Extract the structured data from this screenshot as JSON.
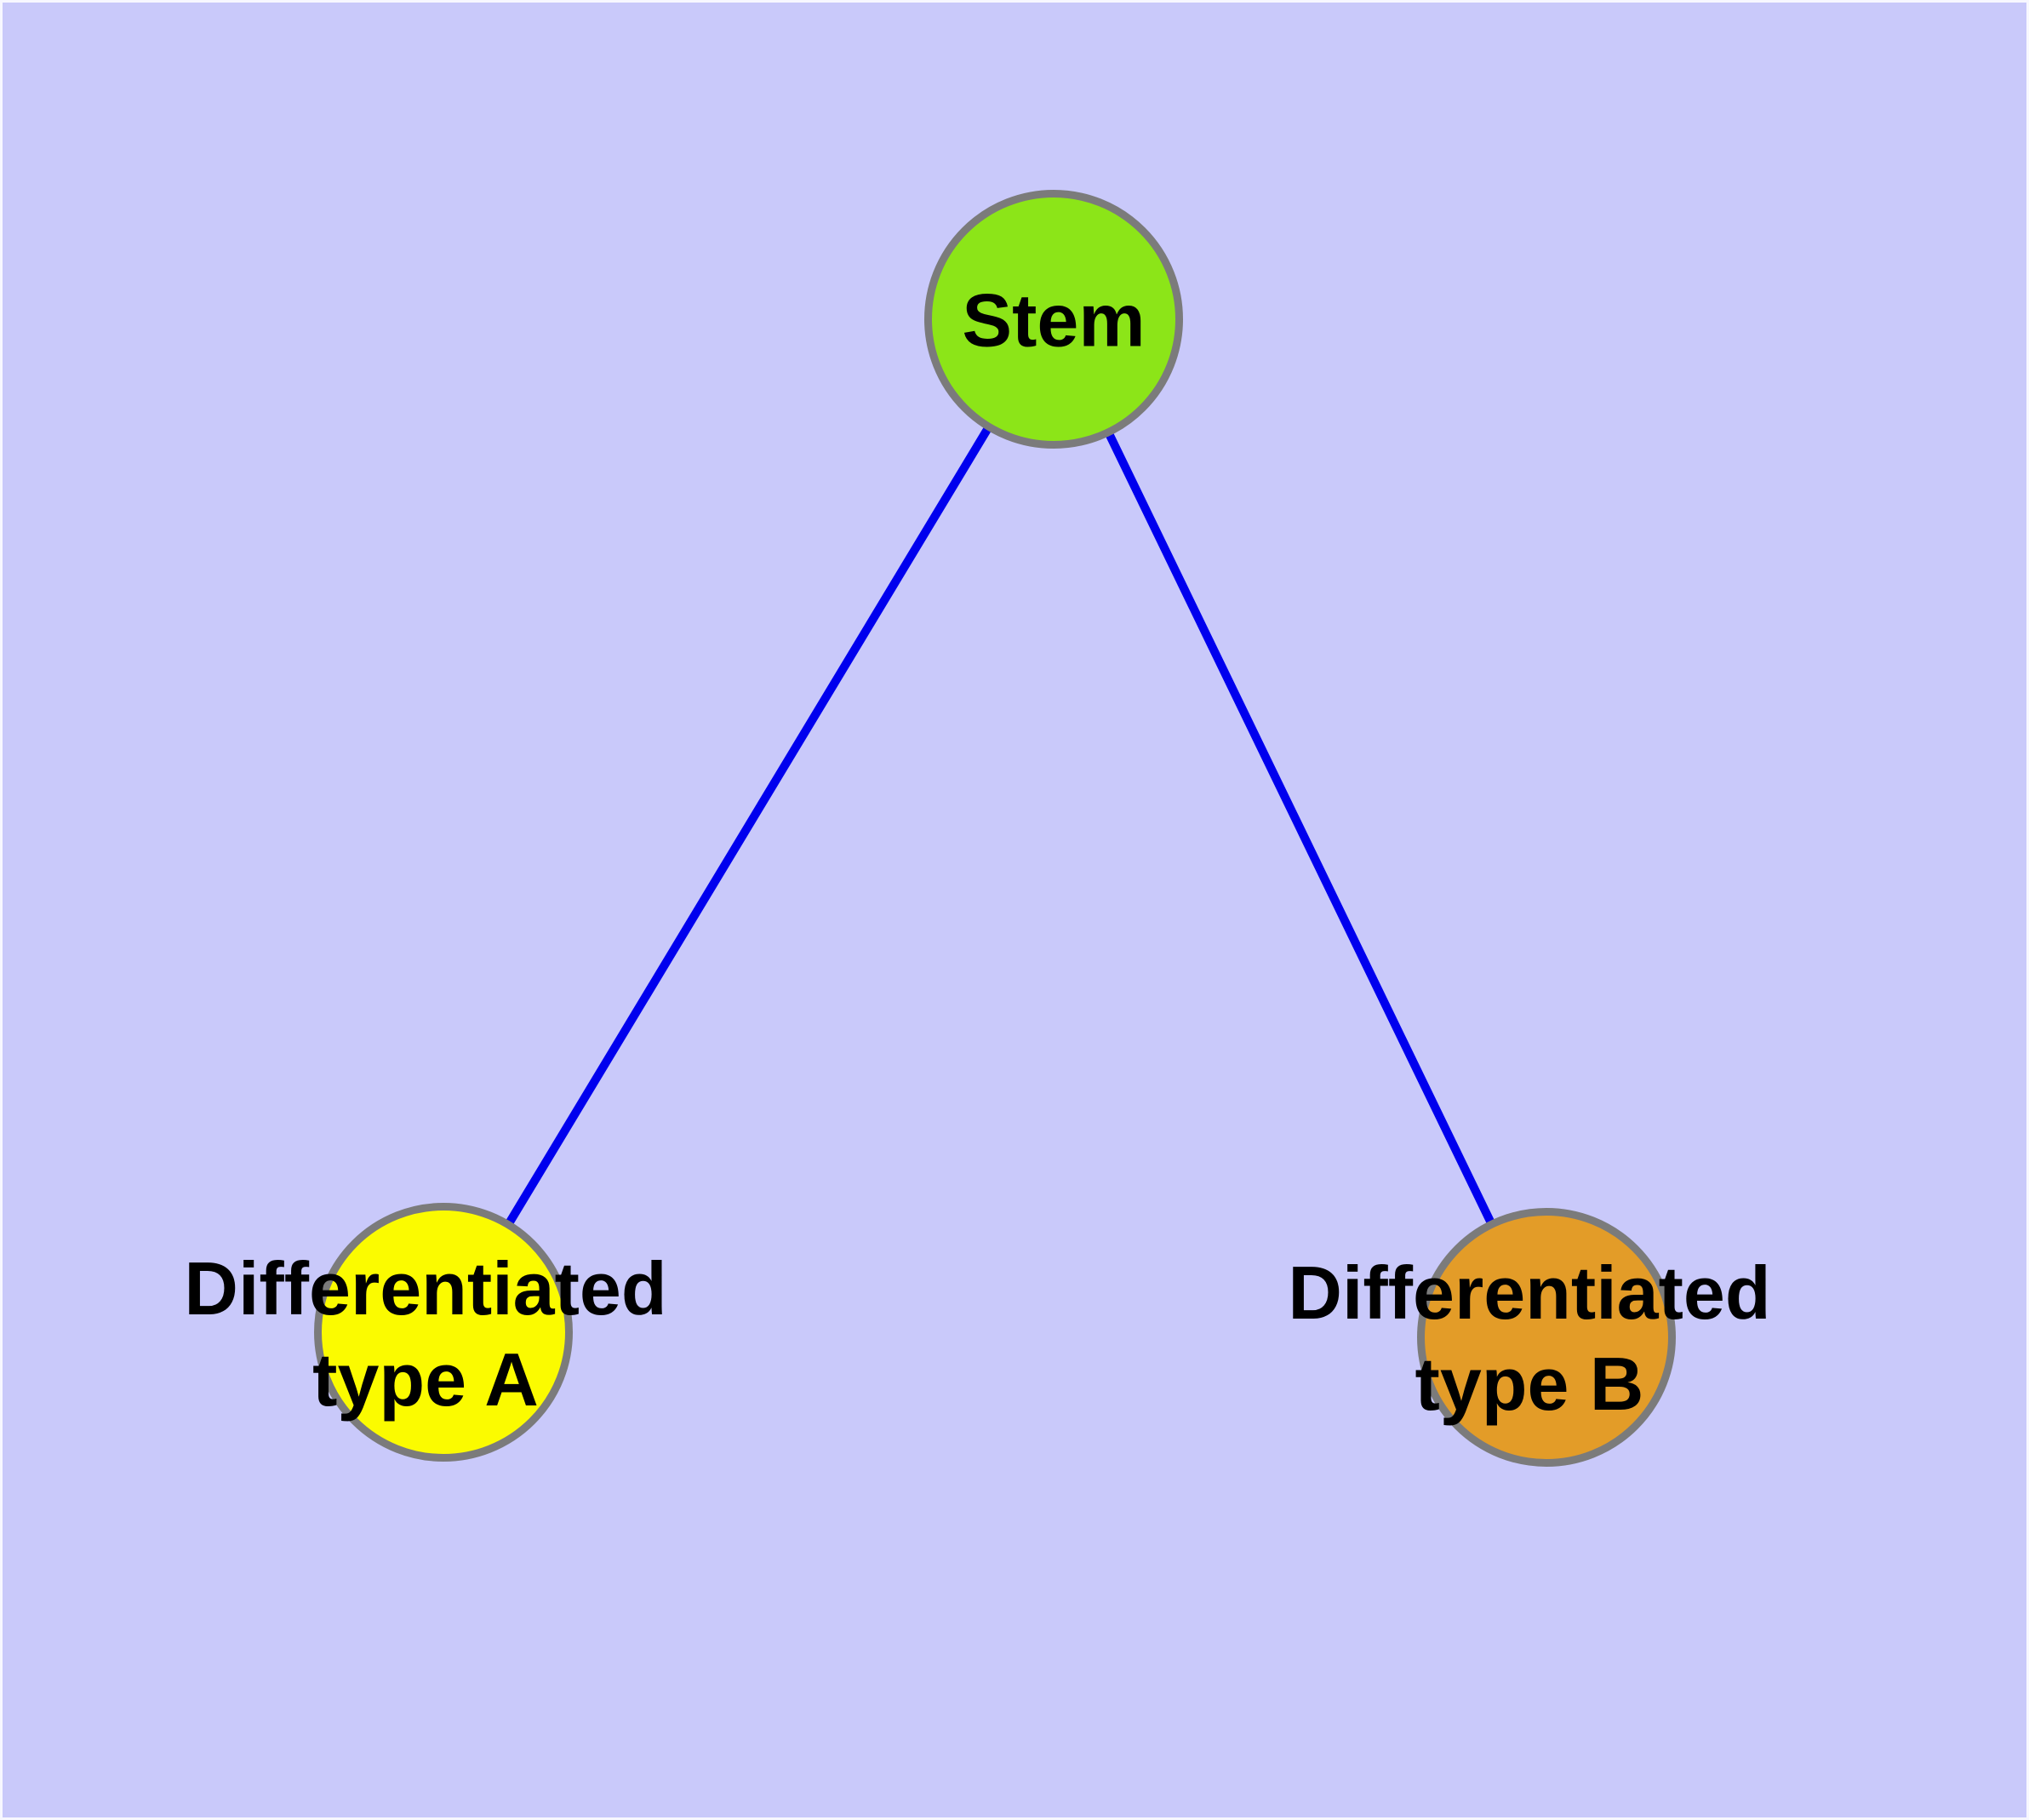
{
  "diagram": {
    "type": "graph",
    "description": "Tree diagram of a stem cell differentiating into two cell types",
    "nodes": [
      {
        "id": "stem",
        "label": "Stem",
        "label_lines": [
          "Stem"
        ],
        "fill": "#8CE518",
        "shape": "circle"
      },
      {
        "id": "type_a",
        "label": "Differentiated type A",
        "label_lines": [
          "Differentiated",
          "type A"
        ],
        "fill": "#FBFB00",
        "shape": "circle"
      },
      {
        "id": "type_b",
        "label": "Differentiated type B",
        "label_lines": [
          "Differentiated",
          "type B"
        ],
        "fill": "#E39C28",
        "shape": "circle"
      }
    ],
    "edges": [
      {
        "from": "stem",
        "to": "type_a"
      },
      {
        "from": "stem",
        "to": "type_b"
      }
    ]
  },
  "colors": {
    "background": "#C9C9FA",
    "stem_fill": "#8CE518",
    "type_a_fill": "#FBFB00",
    "type_b_fill": "#E39C28",
    "node_stroke": "#7B7B7B",
    "edge_color": "#0000EE",
    "label_color": "#000000"
  }
}
